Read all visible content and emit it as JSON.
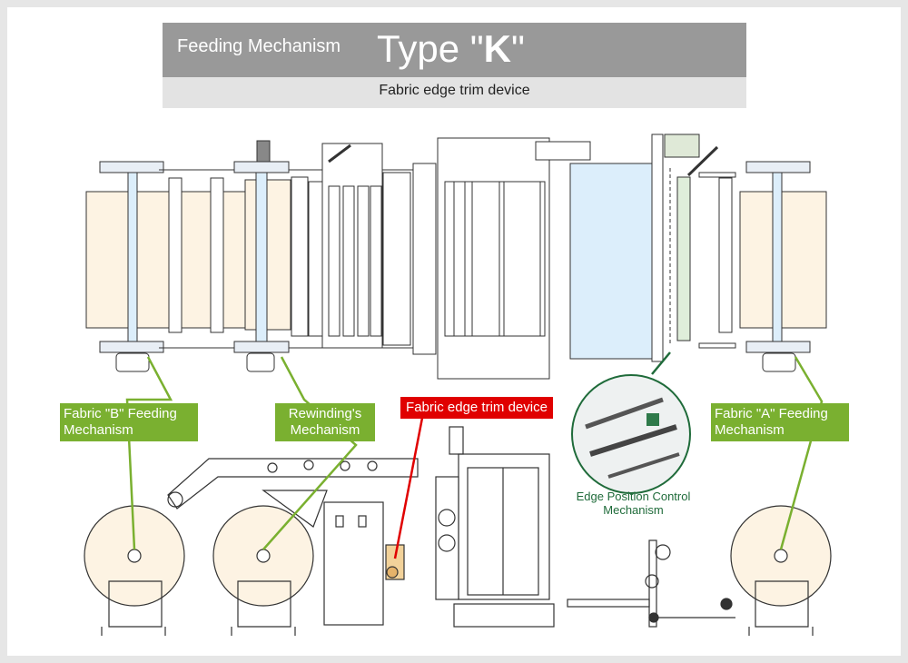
{
  "header": {
    "label": "Feeding Mechanism",
    "type_prefix": "Type \"",
    "type_letter": "K",
    "type_suffix": "\"",
    "subtitle": "Fabric edge trim device"
  },
  "callouts": {
    "fabric_b": "Fabric \"B\" Feeding Mechanism",
    "rewinding": "Rewinding's Mechanism",
    "edge_trim": "Fabric edge trim device",
    "fabric_a": "Fabric \"A\" Feeding Mechanism",
    "edge_position": "Edge Position Control Mechanism"
  },
  "colors": {
    "title_bar": "#999999",
    "subtitle_bar": "#e3e3e3",
    "callout_green": "#7ab030",
    "callout_red": "#e00000",
    "fabric": "#fdf3e3",
    "roller_light_blue": "#dceefb",
    "caption_green": "#1f6b3a"
  }
}
